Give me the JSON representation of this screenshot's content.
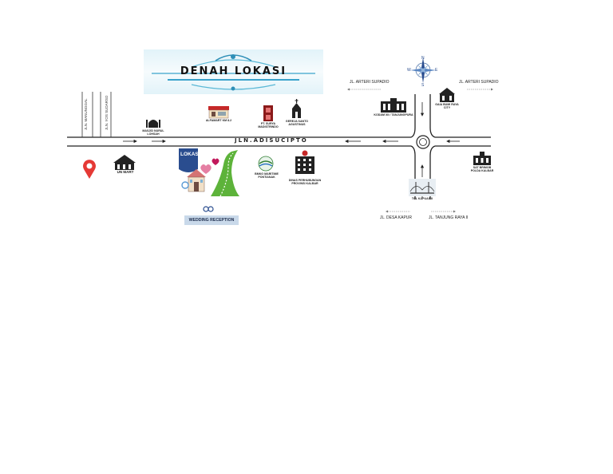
{
  "title": "DENAH LOKASI",
  "main_road": "JLN.ADISUCIPTO",
  "side_roads": {
    "left_1": "JLN. MANUNGGAL",
    "left_2": "JLN. YOS SUDARSO",
    "arteri_left": "JL. ARTERI SUPADIO",
    "arteri_right": "JL. ARTERI SUPADIO",
    "desa_kapur": "JL. DESA KAPUR",
    "tanjung_raya": "JL. TANJUNG RAYA II"
  },
  "landmarks": {
    "un_mart": "UN MART",
    "masjid": "MASJID NURUL LOHSAH",
    "alfamart": "ALFAMART KM 8.2",
    "pt_surya": "PT. SURYA MADISTRINDO",
    "gereja": "GEREJA SANTO AGUSTINUS",
    "bmkg": "BMKG MARITIME PONTIANAK",
    "dinas": "DINAS PERHUBUNGAN PROVINSI KALBAR",
    "kodam": "KODAM XII / TANJUNGPURA",
    "gaia": "GAIA BUMI RAYA CITY",
    "sat_brimob": "SAT BRIMOB POLDA KALBAR",
    "tol_kapuas": "TOL KAPUAS II",
    "lokasi_badge": "LOKASI",
    "wedding": "WEDDING RECEPTION"
  },
  "compass": {
    "n": "N",
    "e": "E",
    "s": "S",
    "w": "W"
  },
  "colors": {
    "road": "#222222",
    "title_bg": "#e2f3f9",
    "ornament": "#5ab8d6",
    "pin": "#e53935",
    "wedding_bg": "#c9d9ea",
    "lokasi_bg": "#2a4d8f"
  }
}
